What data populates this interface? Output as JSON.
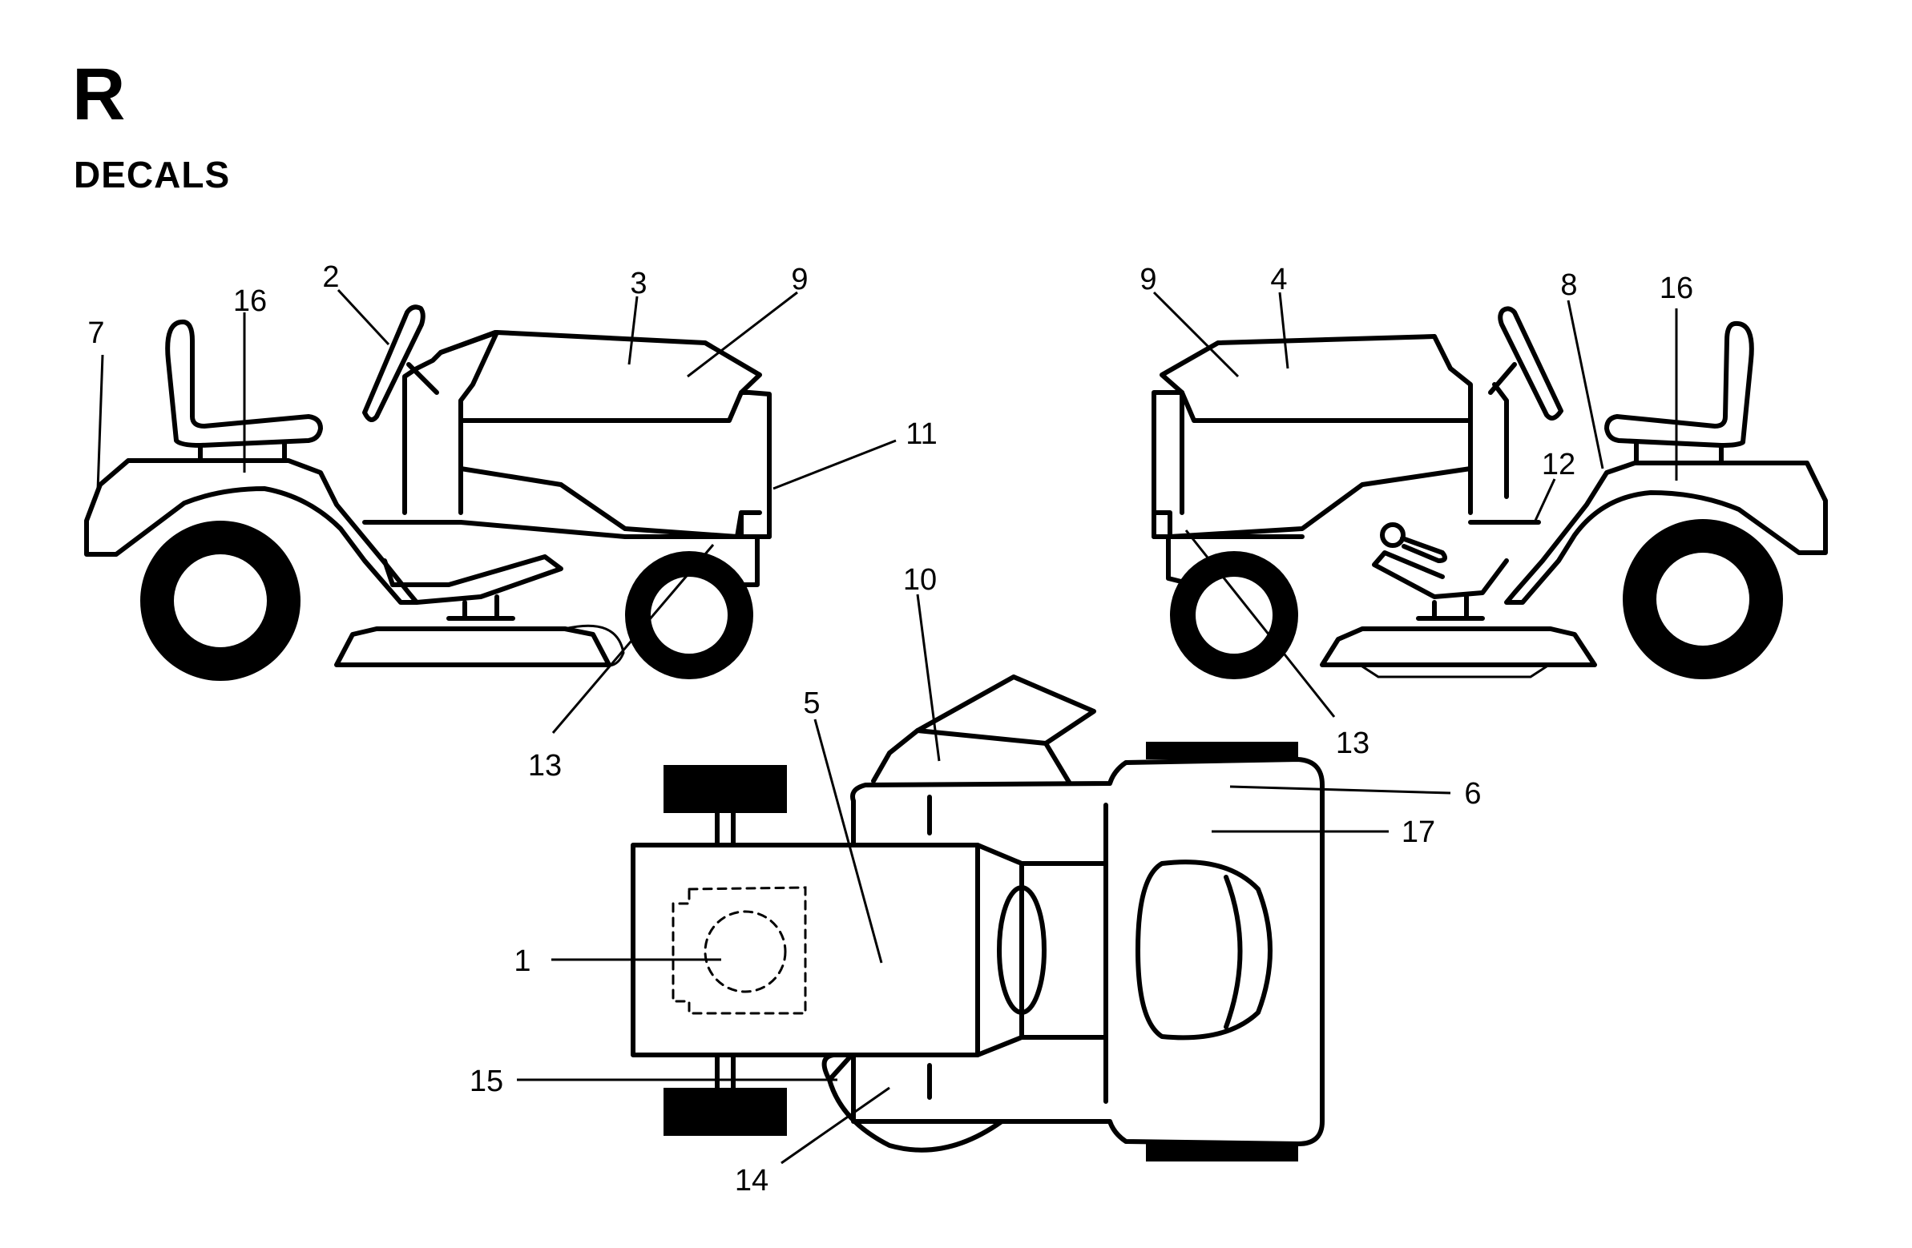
{
  "header": {
    "section_letter": "R",
    "title": "DECALS"
  },
  "callouts": {
    "c1": "1",
    "c2": "2",
    "c3": "3",
    "c4": "4",
    "c5": "5",
    "c6": "6",
    "c7": "7",
    "c8": "8",
    "c9_left": "9",
    "c9_right": "9",
    "c10": "10",
    "c11": "11",
    "c12": "12",
    "c13_left": "13",
    "c13_right": "13",
    "c14": "14",
    "c15": "15",
    "c16_left": "16",
    "c16_right": "16",
    "c17": "17"
  },
  "colors": {
    "line": "#000000",
    "background": "#ffffff"
  }
}
